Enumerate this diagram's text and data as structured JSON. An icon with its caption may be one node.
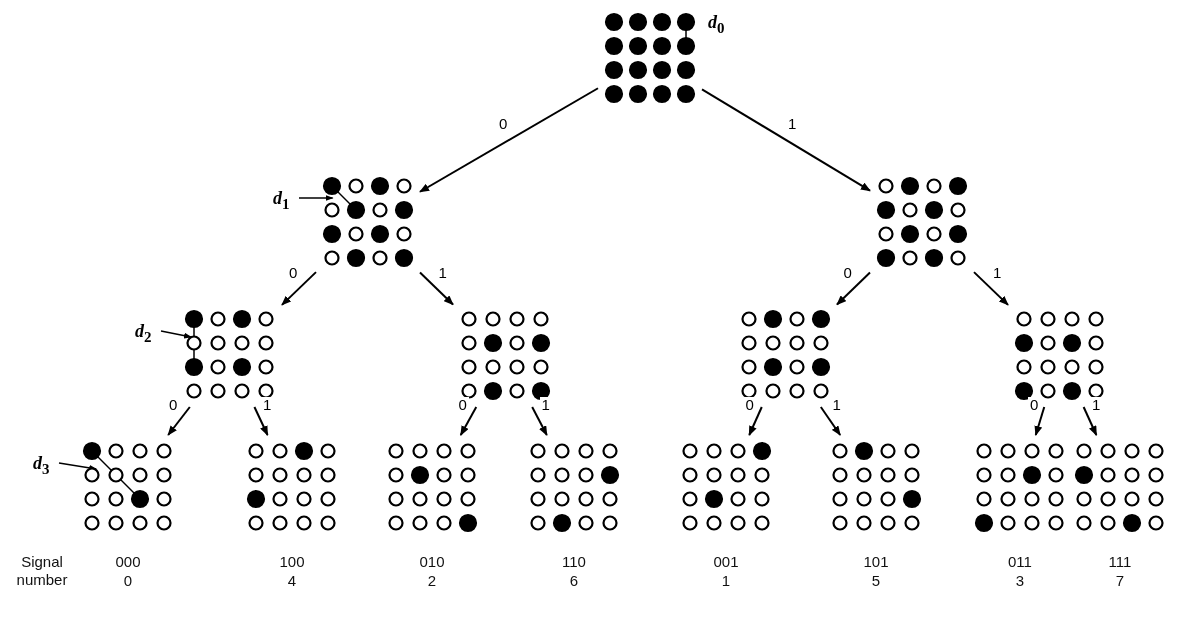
{
  "diagram": {
    "nodes": [
      {
        "text": [],
        "shape": "picture"
      },
      {
        "text": [],
        "shape": "picture"
      },
      {
        "text": [],
        "shape": "picture"
      },
      {
        "text": [],
        "shape": "picture"
      },
      {
        "text": [],
        "shape": "picture"
      },
      {
        "text": [],
        "shape": "picture"
      },
      {
        "text": [],
        "shape": "picture"
      },
      {
        "text": [],
        "shape": "picture",
        "beside": [
          "000",
          "0"
        ]
      },
      {
        "text": [],
        "shape": "picture",
        "beside": [
          "100",
          "4"
        ]
      },
      {
        "text": [],
        "shape": "picture",
        "beside": [
          "010",
          "2"
        ]
      },
      {
        "text": [],
        "shape": "picture",
        "beside": [
          "110",
          "6"
        ]
      },
      {
        "text": [],
        "shape": "picture",
        "beside": [
          "001",
          "1"
        ]
      },
      {
        "text": [],
        "shape": "picture",
        "beside": [
          "101",
          "5"
        ]
      },
      {
        "text": [],
        "shape": "picture",
        "beside": [
          "011",
          "3"
        ]
      },
      {
        "text": [],
        "shape": "picture",
        "beside": [
          "111",
          "7"
        ]
      }
    ],
    "edges": [
      {
        "from": 0,
        "to": 1,
        "arrow": "to",
        "label": "0"
      },
      {
        "from": 0,
        "to": 2,
        "arrow": "to",
        "label": "1"
      },
      {
        "from": 1,
        "to": 3,
        "arrow": "to",
        "label": "0"
      },
      {
        "from": 1,
        "to": 4,
        "arrow": "to",
        "label": "1"
      },
      {
        "from": 2,
        "to": 5,
        "arrow": "to",
        "label": "0"
      },
      {
        "from": 2,
        "to": 6,
        "arrow": "to",
        "label": "1"
      },
      {
        "from": 3,
        "to": 7,
        "arrow": "to",
        "label": "0"
      },
      {
        "from": 3,
        "to": 8,
        "arrow": "to",
        "label": "1"
      },
      {
        "from": 4,
        "to": 9,
        "arrow": "to",
        "label": "0"
      },
      {
        "from": 4,
        "to": 10,
        "arrow": "to",
        "label": "1"
      },
      {
        "from": 5,
        "to": 11,
        "arrow": "to",
        "label": "0"
      },
      {
        "from": 5,
        "to": 12,
        "arrow": "to",
        "label": "1"
      },
      {
        "from": 6,
        "to": 13,
        "arrow": "to",
        "label": "0"
      },
      {
        "from": 6,
        "to": 14,
        "arrow": "to",
        "label": "1"
      }
    ],
    "labels": [
      "*d*$_{0}$",
      "*d*$_{1}$",
      "*d*$_{2}$",
      "*d*$_{3}$",
      "Signal number"
    ]
  }
}
